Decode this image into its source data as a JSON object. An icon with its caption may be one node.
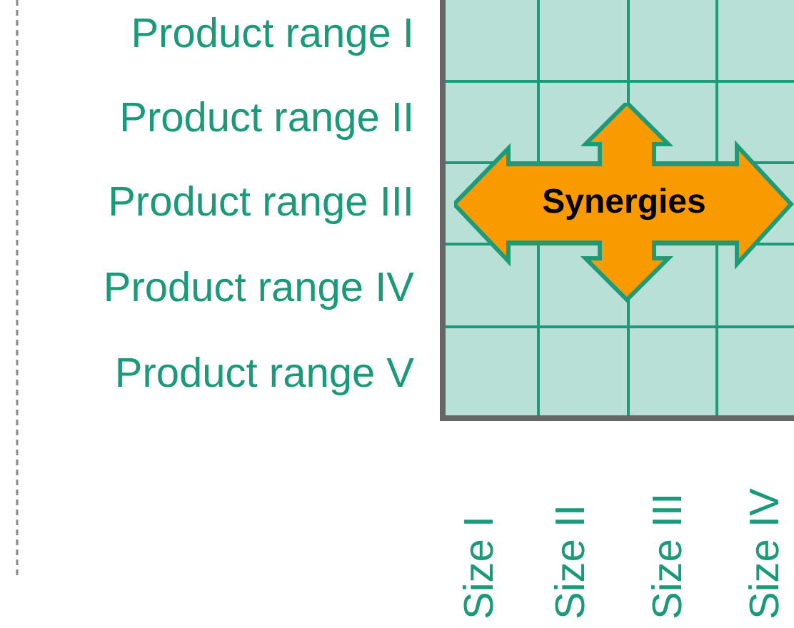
{
  "diagram": {
    "nodes": [
      {
        "text": [
          "Synergies"
        ]
      }
    ],
    "labels": [
      "Product range I",
      "Product range II",
      "Product range III",
      "Product range IV",
      "Product range V",
      "Size I",
      "Size II",
      "Size III",
      "Size IV"
    ]
  }
}
